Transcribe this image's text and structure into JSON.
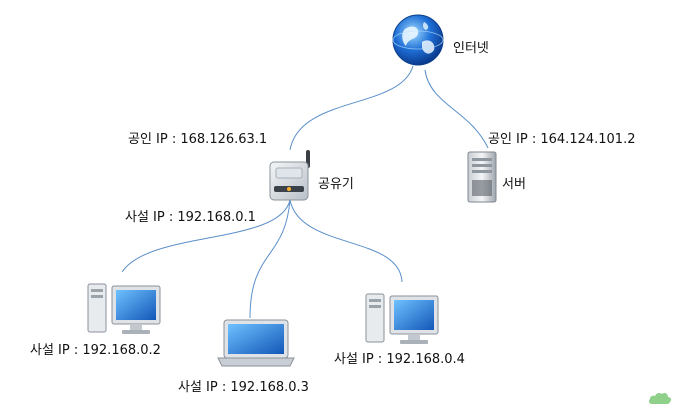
{
  "internet": {
    "label": "인터넷",
    "icon": "globe-icon"
  },
  "router": {
    "label": "공유기",
    "icon": "router-icon",
    "public_ip": "공인 IP : 168.126.63.1",
    "private_ip": "사설 IP : 192.168.0.1"
  },
  "server": {
    "label": "서버",
    "icon": "server-tower-icon",
    "public_ip": "공인 IP : 164.124.101.2"
  },
  "clients": [
    {
      "icon": "desktop-pc-icon",
      "ip": "사설 IP : 192.168.0.2"
    },
    {
      "icon": "laptop-icon",
      "ip": "사설 IP : 192.168.0.3"
    },
    {
      "icon": "desktop-pc-icon",
      "ip": "사설 IP : 192.168.0.4"
    }
  ],
  "watermark_icon": "cloud-icon",
  "colors": {
    "wire": "#5b8fc9",
    "globe": "#1f6fd6",
    "screen": "#2a7fd8"
  }
}
